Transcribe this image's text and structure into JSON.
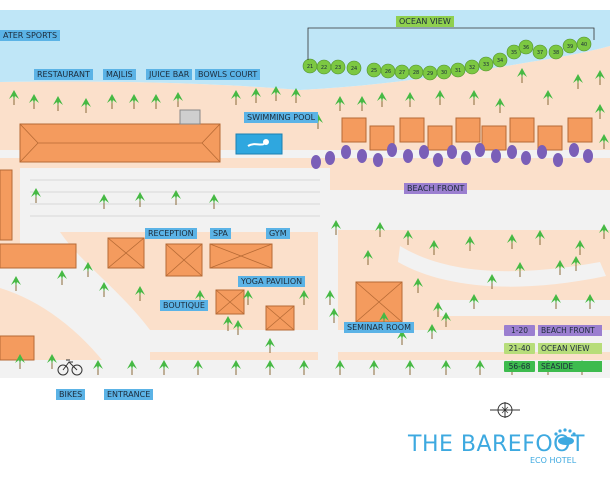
{
  "labels": {
    "water_sports": "ATER SPORTS",
    "restaurant": "RESTAURANT",
    "majlis": "MAJLIS",
    "juice_bar": "JUICE BAR",
    "bowls_court": "BOWLS COURT",
    "swimming_pool": "SWIMMING POOL",
    "ocean_view": "OCEAN VIEW",
    "beach_front": "BEACH FRONT",
    "reception": "RECEPTION",
    "spa": "SPA",
    "gym": "GYM",
    "yoga_pavilion": "YOGA PAVILION",
    "boutique": "BOUTIQUE",
    "seminar_room": "SEMINAR ROOM",
    "bikes": "BIKES",
    "entrance": "ENTRANCE"
  },
  "legend": [
    {
      "range": "1-20",
      "name": "BEACH FRONT",
      "color": "#9b7fd0"
    },
    {
      "range": "21-40",
      "name": "OCEAN VIEW",
      "color": "#b7dd7a"
    },
    {
      "range": "56-68",
      "name": "SEASIDE",
      "color": "#3dbb4e"
    }
  ],
  "villa_numbers": [
    "21",
    "22",
    "23",
    "24",
    "25",
    "26",
    "27",
    "28",
    "29",
    "30",
    "31",
    "32",
    "33",
    "34",
    "35",
    "36",
    "37",
    "38",
    "39",
    "40"
  ],
  "brand": {
    "title": "THE BAREFOOT",
    "subtitle": "ECO HOTEL"
  },
  "colors": {
    "sea": "#bfe6f7",
    "sand": "#fbe0cb",
    "path": "#f2f2f2",
    "building": "#f49b5e",
    "palm": "#46b944",
    "label_blue": "#5bb3e6",
    "label_green": "#8fd04f",
    "beach_front_villa": "#7a5fb8"
  },
  "icons": [
    "bicycle-icon",
    "compass-icon",
    "footprint-icon",
    "palm-tree-icon",
    "swimmer-icon"
  ]
}
